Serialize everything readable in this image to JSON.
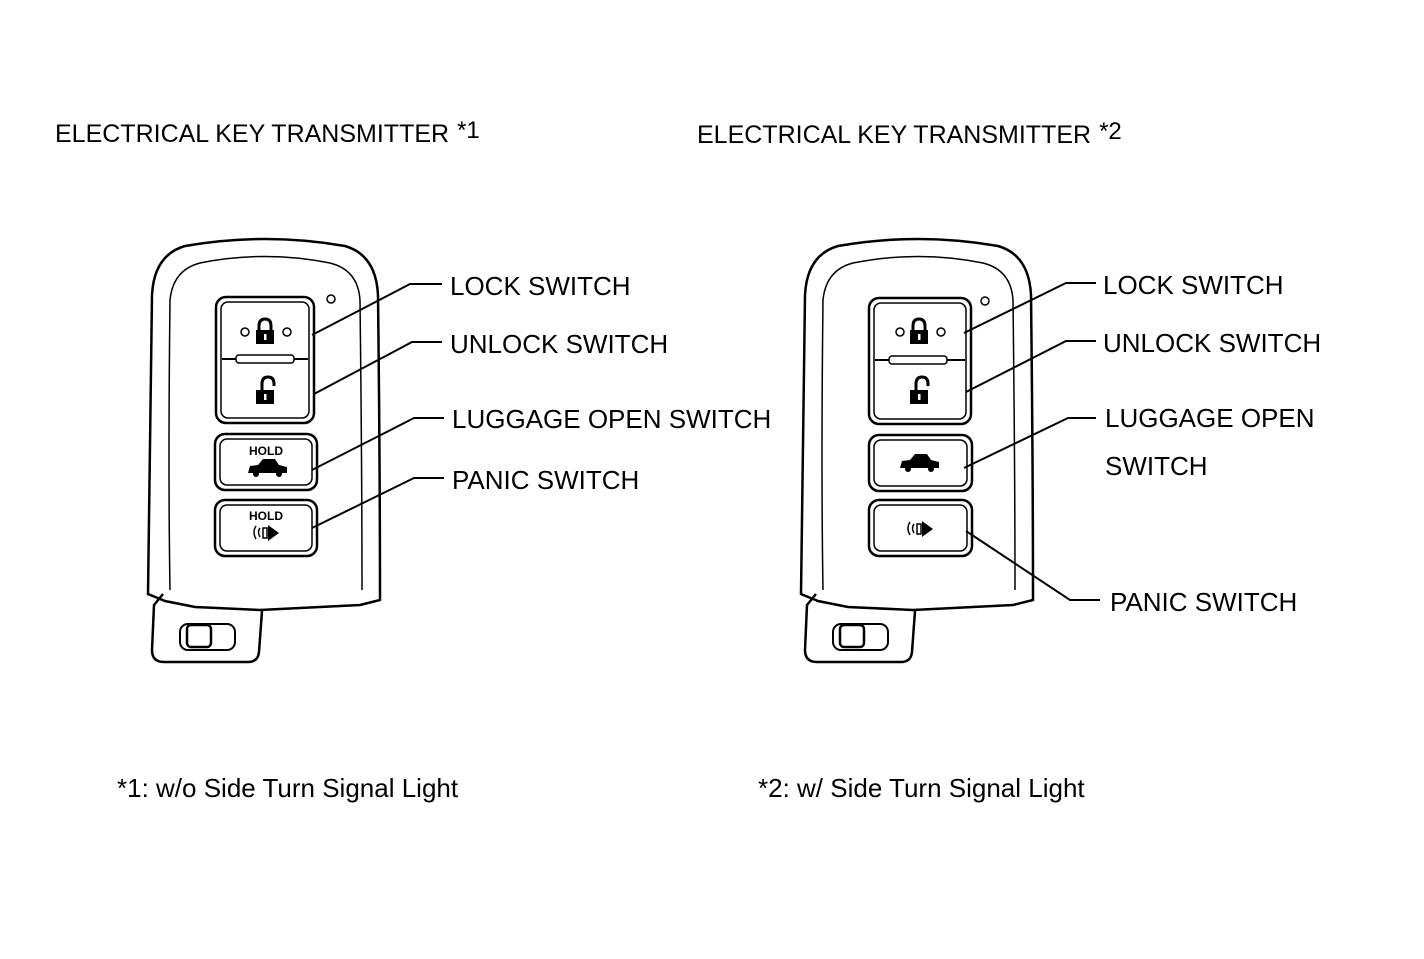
{
  "diagrams": [
    {
      "title": "ELECTRICAL KEY TRANSMITTER",
      "title_ref": "*1",
      "labels": {
        "lock": "LOCK SWITCH",
        "unlock": "UNLOCK SWITCH",
        "luggage": "LUGGAGE OPEN SWITCH",
        "panic": "PANIC SWITCH"
      },
      "button_text": {
        "luggage_hold": "HOLD",
        "panic_hold": "HOLD"
      },
      "note": "*1: w/o Side Turn Signal Light"
    },
    {
      "title": "ELECTRICAL KEY TRANSMITTER",
      "title_ref": "*2",
      "labels": {
        "lock": "LOCK SWITCH",
        "unlock": "UNLOCK SWITCH",
        "luggage_line1": "LUGGAGE OPEN",
        "luggage_line2": "SWITCH",
        "panic": "PANIC SWITCH"
      },
      "note": "*2: w/ Side Turn Signal Light"
    }
  ]
}
